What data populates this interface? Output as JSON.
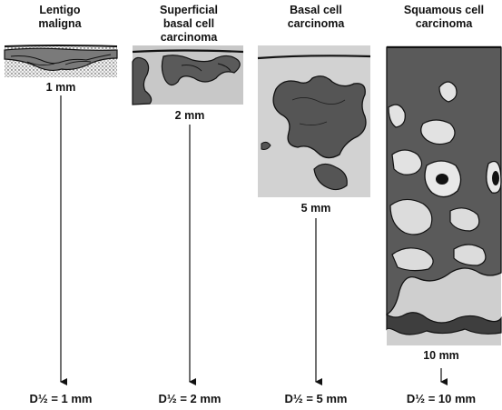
{
  "columns": [
    {
      "title_lines": [
        "Lentigo",
        "maligna"
      ],
      "depth_label": "1 mm",
      "d_half": "D½ = 1 mm"
    },
    {
      "title_lines": [
        "Superficial",
        "basal cell",
        "carcinoma"
      ],
      "depth_label": "2 mm",
      "d_half": "D½ = 2 mm"
    },
    {
      "title_lines": [
        "Basal cell",
        "carcinoma"
      ],
      "depth_label": "5 mm",
      "d_half": "D½ = 5 mm"
    },
    {
      "title_lines": [
        "Squamous cell",
        "carcinoma"
      ],
      "depth_label": "10 mm",
      "d_half": "D½ = 10 mm"
    }
  ],
  "colors": {
    "ink": "#111111",
    "tissue": "#bdbdbd",
    "tissue_light": "#e4e4e4",
    "lesion": "#4a4a4a"
  }
}
